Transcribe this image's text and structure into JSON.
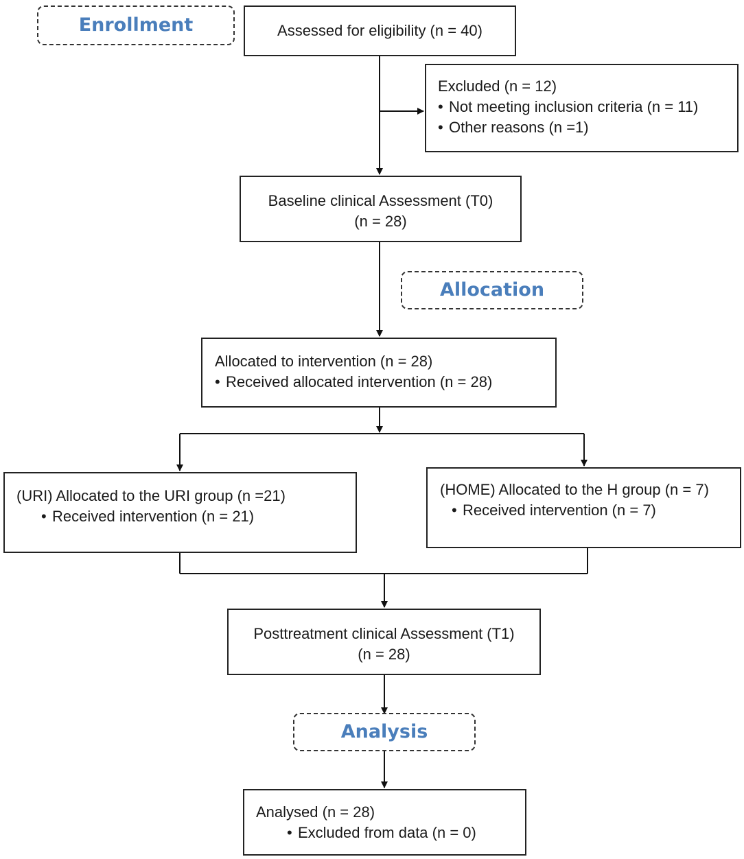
{
  "stages": {
    "enrollment": "Enrollment",
    "allocation": "Allocation",
    "analysis": "Analysis"
  },
  "assessed": {
    "text": "Assessed for eligibility (n = 40)"
  },
  "excluded": {
    "title": "Excluded (n = 12)",
    "items": [
      "Not meeting inclusion criteria (n = 11)",
      "Other reasons (n =1)"
    ]
  },
  "baseline": {
    "line1": "Baseline clinical Assessment (T0)",
    "line2": "(n = 28)"
  },
  "allocated": {
    "title": "Allocated to intervention (n = 28)",
    "items": [
      "Received allocated intervention (n = 28)"
    ]
  },
  "uri_group": {
    "title": "(URI) Allocated to the URI group (n =21)",
    "items": [
      "Received intervention (n = 21)"
    ]
  },
  "home_group": {
    "title": "(HOME) Allocated to the H group (n = 7)",
    "items": [
      "Received intervention (n = 7)"
    ]
  },
  "posttreatment": {
    "line1": "Posttreatment clinical Assessment (T1)",
    "line2": "(n = 28)"
  },
  "analysed": {
    "title": "Analysed (n = 28)",
    "items": [
      "Excluded from data (n = 0)"
    ]
  },
  "colors": {
    "stage_label": "#4a7ebb",
    "border": "#222222"
  }
}
